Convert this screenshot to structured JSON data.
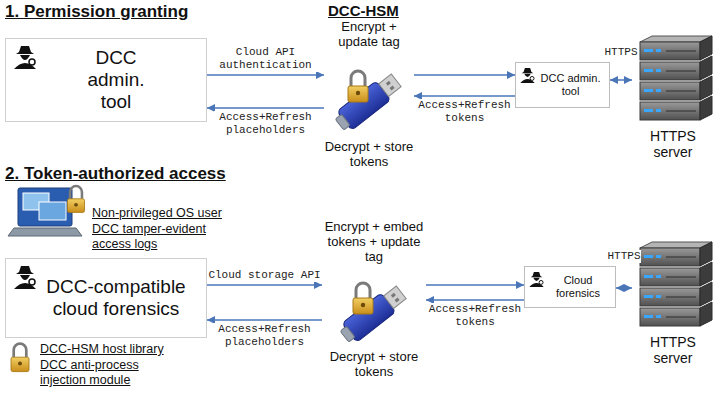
{
  "diagram": {
    "nodes": [
      {
        "text": [
          "DCC admin. tool"
        ]
      },
      {
        "text": [
          "Encrypt + update tag",
          "Decrypt + store tokens"
        ]
      },
      {
        "text": [
          "DCC admin. tool"
        ]
      },
      {
        "text": [
          "HTTPS server"
        ]
      },
      {
        "text": [
          "DCC-compatible cloud forensics"
        ]
      },
      {
        "text": [
          "Encrypt + embed tokens + update tag",
          "Decrypt + store tokens"
        ]
      },
      {
        "text": [
          "Cloud forensics"
        ]
      },
      {
        "text": [
          "HTTPS server"
        ]
      }
    ],
    "edges": [
      {
        "from": 0,
        "to": 1,
        "label": "Cloud API authentication",
        "arrow": "to"
      },
      {
        "from": 1,
        "to": 0,
        "label": "Access+Refresh placeholders",
        "arrow": "to"
      },
      {
        "from": 1,
        "to": 2,
        "arrow": "to"
      },
      {
        "from": 2,
        "to": 1,
        "label": "Access+Refresh tokens",
        "arrow": "to"
      },
      {
        "from": 2,
        "to": 3,
        "label": "HTTPS",
        "arrow": "both"
      },
      {
        "from": 4,
        "to": 5,
        "label": "Cloud storage API",
        "arrow": "to"
      },
      {
        "from": 5,
        "to": 4,
        "label": "Access+Refresh placeholders",
        "arrow": "to"
      },
      {
        "from": 5,
        "to": 6,
        "arrow": "to"
      },
      {
        "from": 6,
        "to": 5,
        "label": "Access+Refresh tokens",
        "arrow": "to"
      },
      {
        "from": 6,
        "to": 7,
        "label": "HTTPS",
        "arrow": "both"
      }
    ],
    "labels": [
      "1. Permission granting",
      "DCC-HSM",
      "2. Token-authorized access",
      "Non-privileged OS user",
      "DCC tamper-evident access logs",
      "DCC-HSM host library",
      "DCC anti-process injection module"
    ]
  }
}
